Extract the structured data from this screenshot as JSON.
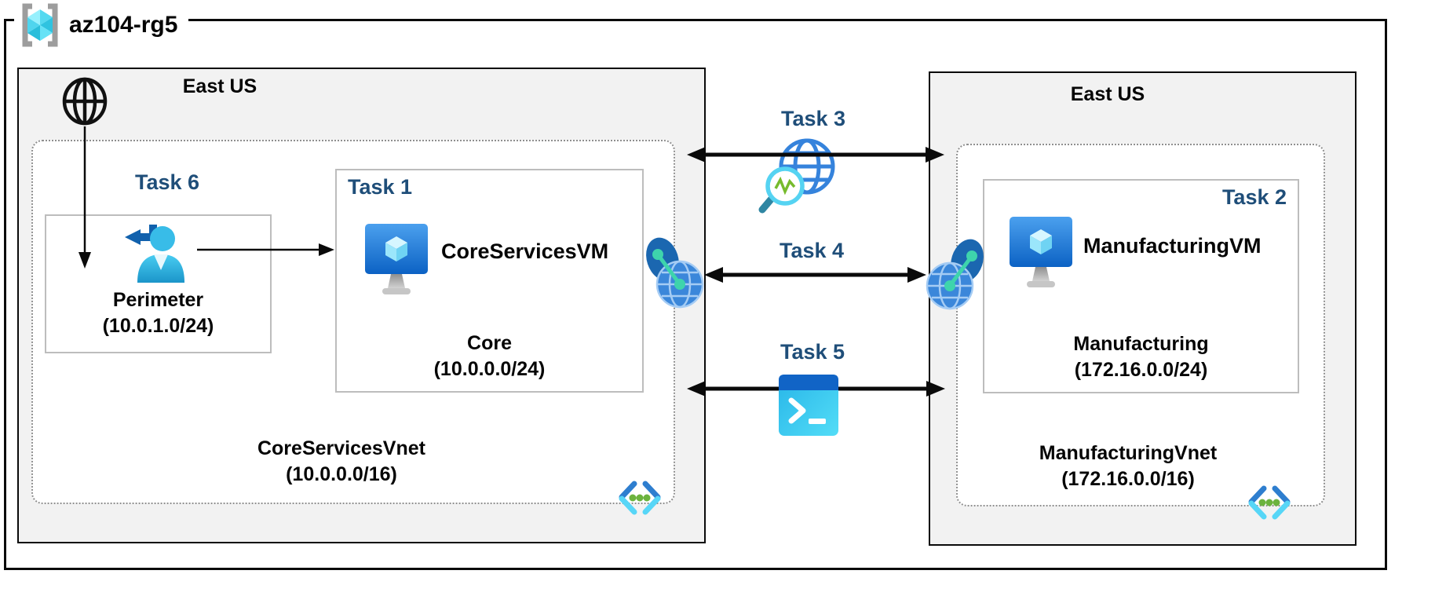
{
  "resource_group": {
    "name": "az104-rg5"
  },
  "left_region": {
    "label": "East US",
    "vnet": {
      "name": "CoreServicesVnet",
      "cidr": "(10.0.0.0/16)"
    },
    "subnets": {
      "perimeter": {
        "task_label": "Task 6",
        "name": "Perimeter",
        "cidr": "(10.0.1.0/24)"
      },
      "core": {
        "task_label": "Task 1",
        "vm_name": "CoreServicesVM",
        "name": "Core",
        "cidr": "(10.0.0.0/24)"
      }
    }
  },
  "right_region": {
    "label": "East US",
    "vnet": {
      "name": "ManufacturingVnet",
      "cidr": "(172.16.0.0/16)"
    },
    "subnets": {
      "manufacturing": {
        "task_label": "Task 2",
        "vm_name": "ManufacturingVM",
        "name": "Manufacturing",
        "cidr": "(172.16.0.0/24)"
      }
    }
  },
  "connections": {
    "task3": {
      "label": "Task 3",
      "icon": "network-watcher-icon"
    },
    "task4": {
      "label": "Task 4",
      "icon": "vnet-peering-icon"
    },
    "task5": {
      "label": "Task 5",
      "icon": "cloud-shell-icon"
    }
  },
  "icons": {
    "resource_group": "resource-group-icon",
    "internet": "internet-globe-icon",
    "perimeter_user": "user-signin-icon",
    "virtual_machine": "virtual-machine-icon",
    "virtual_network": "virtual-network-icon"
  },
  "colors": {
    "task_label": "#1F4E79",
    "region_fill": "#f2f2f2",
    "azure_blue": "#0f6fd0",
    "cube_cyan": "#50d7f5",
    "vnet_dot_green": "#76bc2d",
    "peering_teal": "#3ed4ac",
    "arrow_black": "#0a0a0a"
  }
}
